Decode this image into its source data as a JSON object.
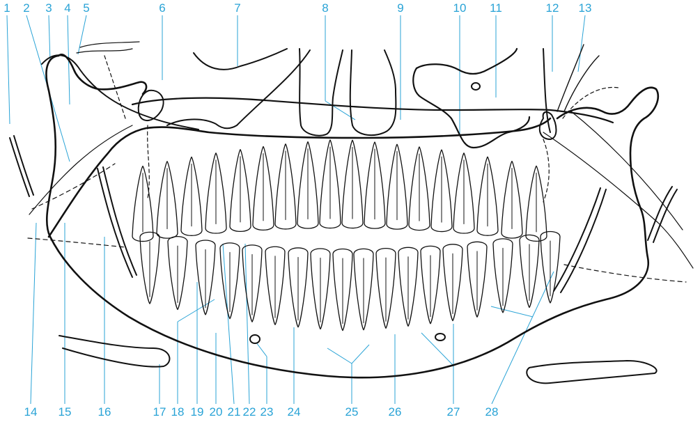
{
  "figure": {
    "top_labels": [
      "1",
      "2",
      "3",
      "4",
      "5",
      "6",
      "7",
      "8",
      "9",
      "10",
      "11",
      "12",
      "13"
    ],
    "bottom_labels": [
      "14",
      "15",
      "16",
      "17",
      "18",
      "19",
      "20",
      "21",
      "22",
      "23",
      "24",
      "25",
      "26",
      "27",
      "28"
    ],
    "label_color": "#29a3d6",
    "line_color": "#111111"
  }
}
